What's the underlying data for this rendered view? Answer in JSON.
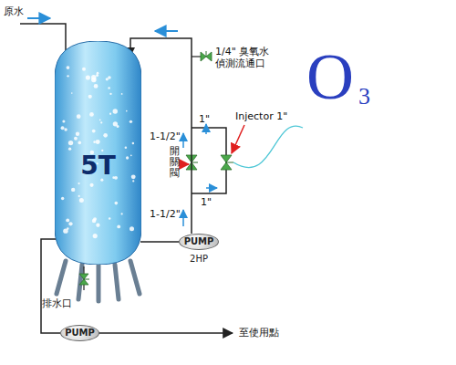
{
  "diagram": {
    "nodes": [
      {
        "text": [
          "5T"
        ]
      },
      {
        "text": [
          "PUMP",
          "2HP"
        ]
      },
      {
        "text": [
          "PUMP"
        ]
      }
    ],
    "edges": [
      {
        "from": 0,
        "to": 1,
        "arrow": "none"
      },
      {
        "from": 0,
        "to": 2,
        "arrow": "none"
      },
      {
        "from": 1,
        "to": 0,
        "arrow": "to"
      }
    ],
    "labels": [
      "原水",
      "1/4\" 臭氧水 偵測流通口",
      "Injector 1\"",
      "O",
      "3",
      "1\"",
      "1-1/2\"",
      "開關閥",
      "1\"",
      "1-1/2\"",
      "排水口",
      "至使用點"
    ]
  }
}
